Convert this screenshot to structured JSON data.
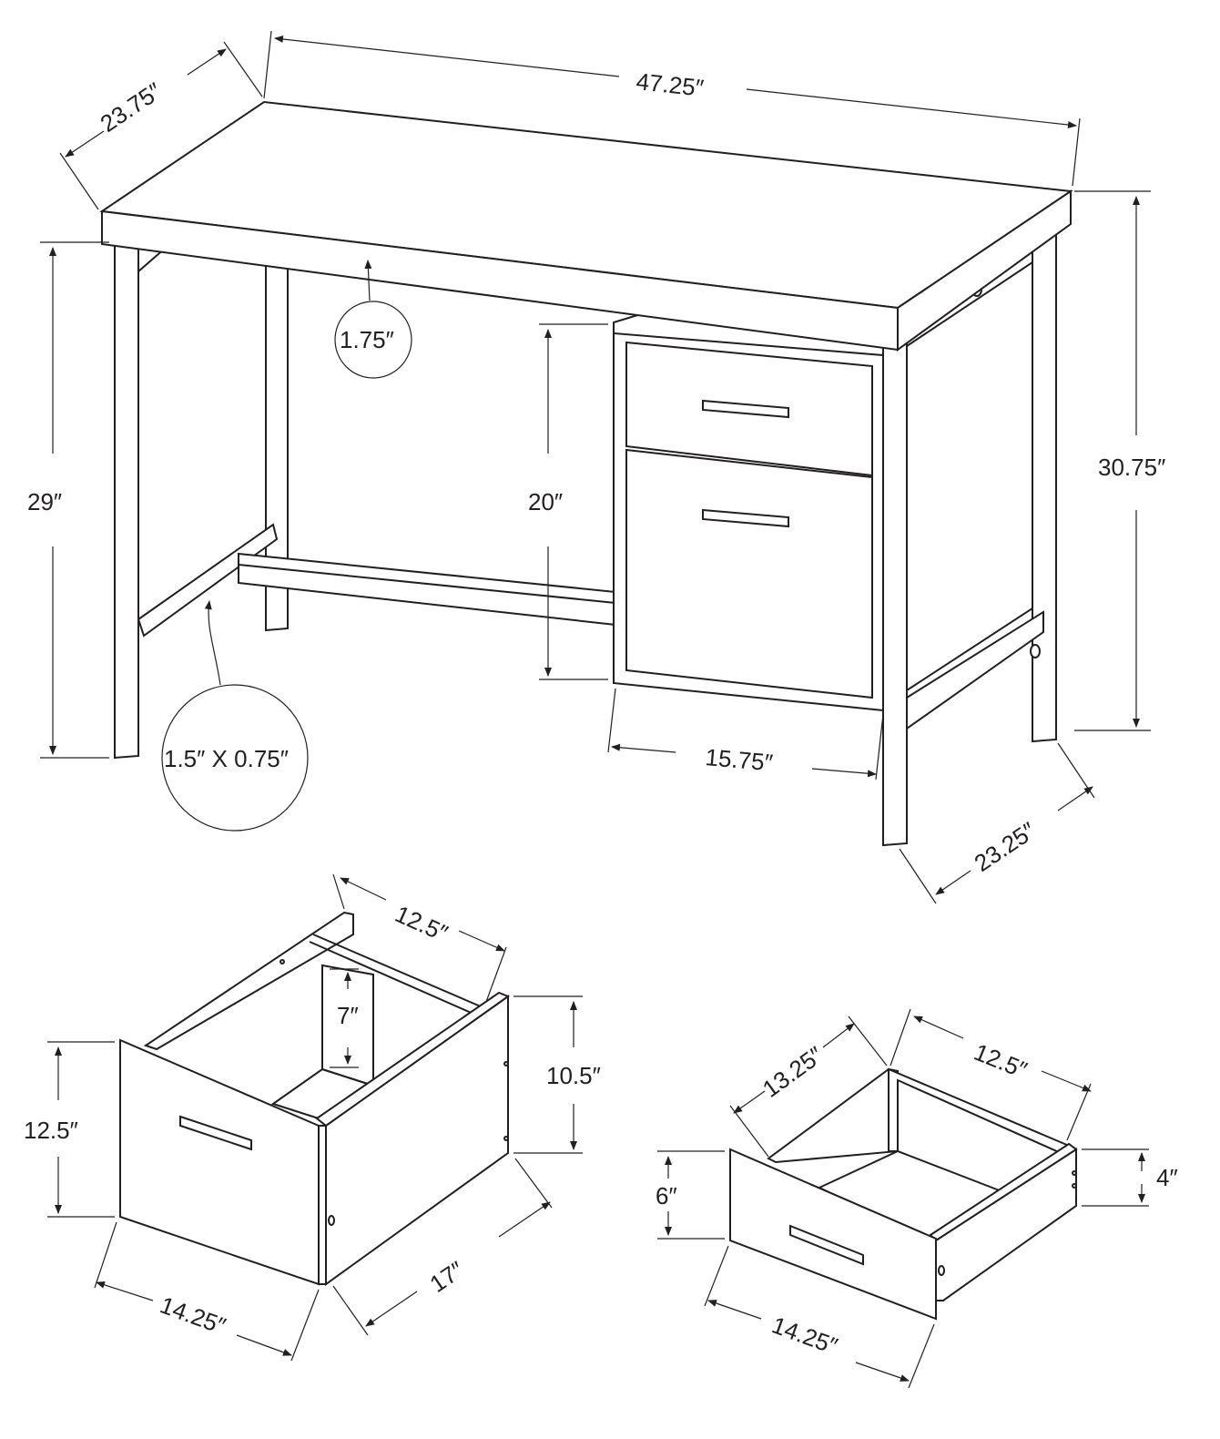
{
  "colors": {
    "line": "#231f20",
    "background": "#ffffff"
  },
  "desk": {
    "width": "47.25″",
    "depth_top": "23.75″",
    "height_total": "30.75″",
    "height_leg": "29″",
    "top_thickness": "1.75″",
    "leg_size": "1.5″ X 0.75″",
    "cabinet_height": "20″",
    "cabinet_width": "15.75″",
    "depth_bottom": "23.25″"
  },
  "file_drawer": {
    "width": "12.5″",
    "inner_height": "7″",
    "side_height": "10.5″",
    "front_height": "12.5″",
    "depth": "17″",
    "front_width": "14.25″"
  },
  "small_drawer": {
    "depth": "13.25″",
    "width": "12.5″",
    "front_height": "6″",
    "side_height": "4″",
    "front_width": "14.25″"
  }
}
